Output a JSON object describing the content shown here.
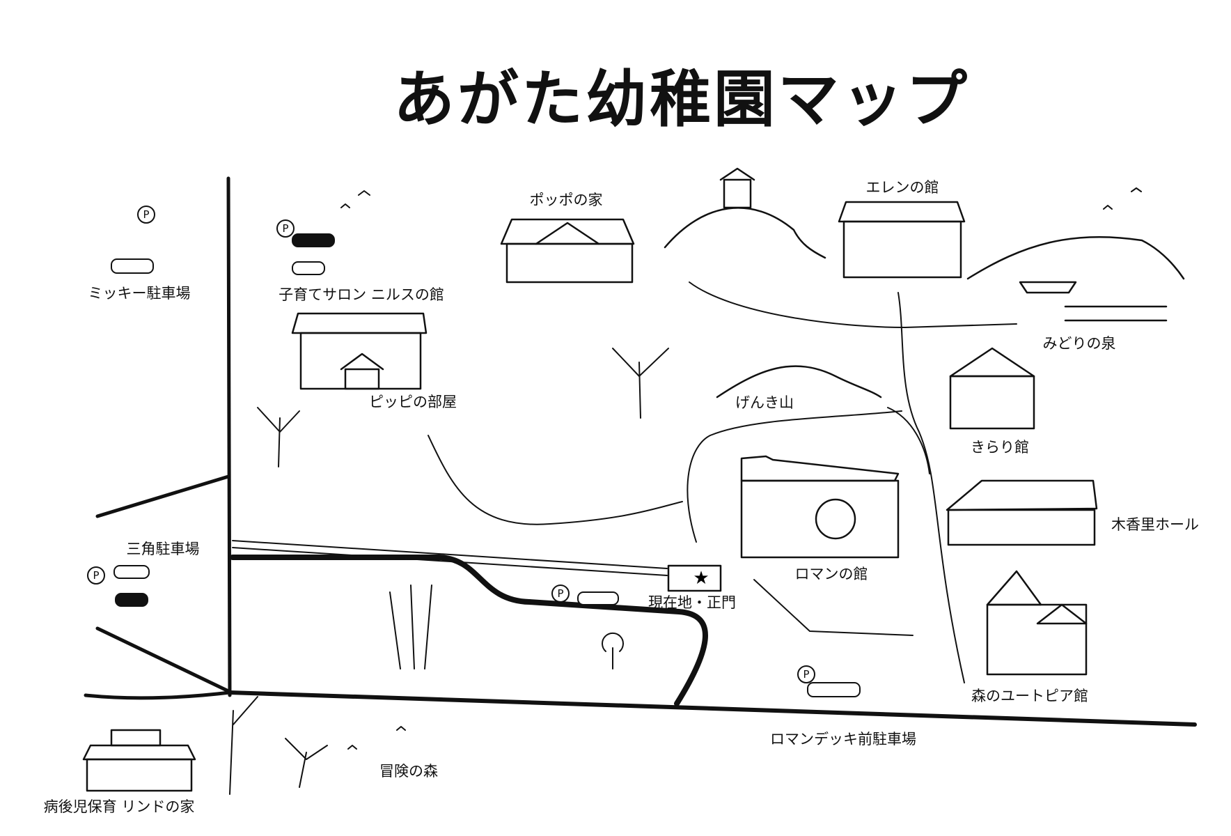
{
  "title": "あがた幼稚園マップ",
  "parking_symbol": "P",
  "labels": {
    "mickey_parking": "ミッキー駐車場",
    "nils": "子育てサロン ニルスの館",
    "poppo": "ポッポの家",
    "ellen": "エレンの館",
    "midori": "みどりの泉",
    "pippi": "ピッピの部屋",
    "genki": "げんき山",
    "kirari": "きらり館",
    "mokkori": "木香里ホール",
    "sankaku_parking": "三角駐車場",
    "roman": "ロマンの館",
    "current": "現在地・正門",
    "utopia": "森のユートピア館",
    "romandeck_parking": "ロマンデッキ前駐車場",
    "adventure": "冒険の森",
    "lind": "病後児保育 リンドの家"
  },
  "colors": {
    "ink": "#111111",
    "paper": "#ffffff"
  }
}
